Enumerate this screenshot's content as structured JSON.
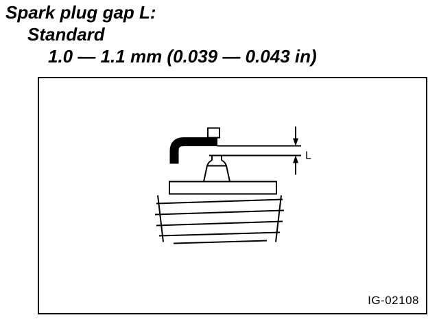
{
  "spec": {
    "title": "Spark plug gap L:",
    "subtitle": "Standard",
    "value": "1.0 — 1.1 mm (0.039 — 0.043 in)"
  },
  "figure": {
    "gap_label": "L",
    "figure_id": "IG-02108",
    "subject": "spark-plug-side-view"
  },
  "colors": {
    "ink": "#000000",
    "background": "#ffffff"
  }
}
